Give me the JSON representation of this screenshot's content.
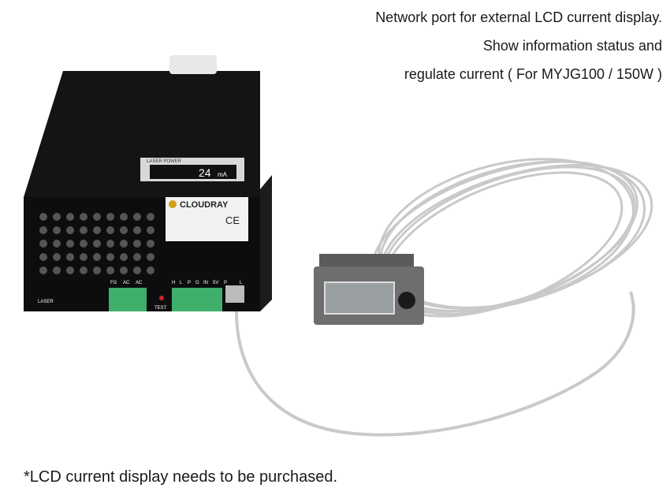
{
  "caption": {
    "line1": "Network port for external LCD current display.",
    "line2": "Show information status and",
    "line3": "regulate current ( For MYJG100 / 150W )"
  },
  "footnote": "*LCD current display needs to be purchased.",
  "device": {
    "panel_title": "LASER POWER",
    "readout": "24",
    "readout_unit": "mA",
    "brand": "CLOUDRAY",
    "ce_mark": "CE",
    "terminals_left": [
      "FG",
      "AC",
      "AC"
    ],
    "terminals_right": [
      "H",
      "L",
      "P",
      "G",
      "IN",
      "5V",
      "P",
      "L"
    ],
    "laser_label": "LASER",
    "test_label": "TEST"
  }
}
